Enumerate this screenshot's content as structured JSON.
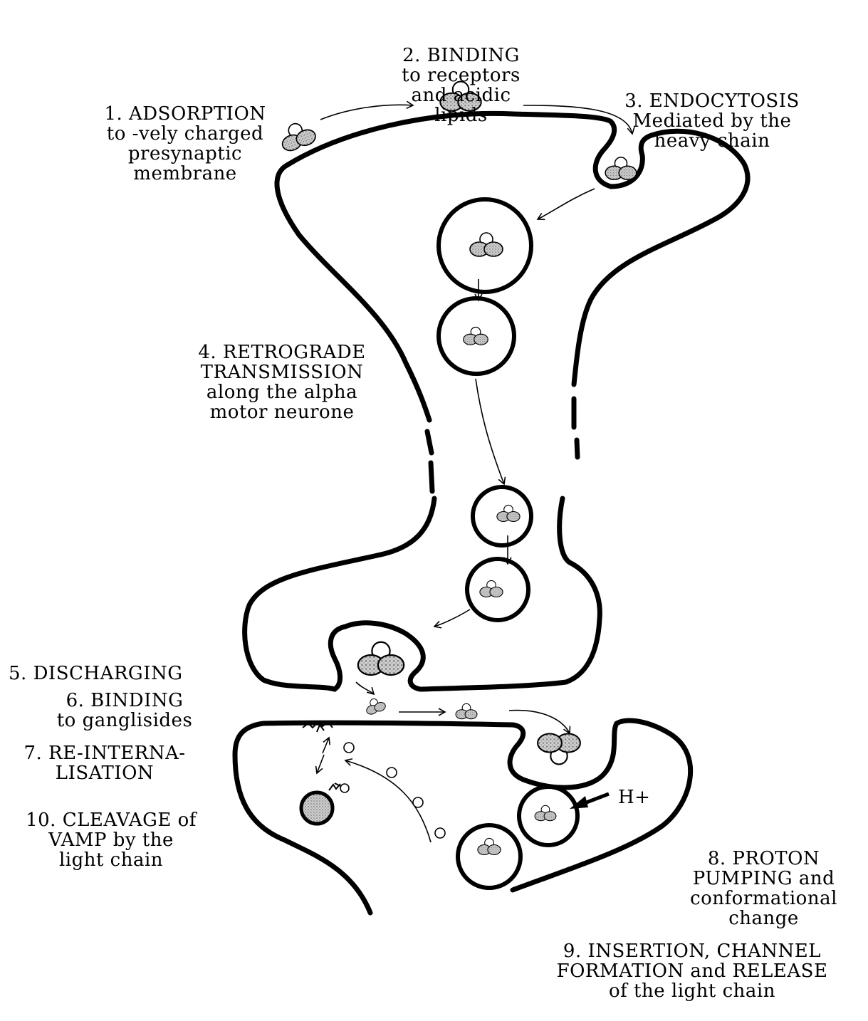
{
  "steps": {
    "s1": {
      "title": "1. ADSORPTION",
      "l2": "to -vely charged",
      "l3": "presynaptic",
      "l4": "membrane"
    },
    "s2": {
      "title": "2. BINDING",
      "l2": "to receptors",
      "l3": "and acidic",
      "l4": "lipids"
    },
    "s3": {
      "title": "3. ENDOCYTOSIS",
      "l2": "Mediated by the",
      "l3": "heavy chain"
    },
    "s4": {
      "title": "4. RETROGRADE",
      "l2": "TRANSMISSION",
      "l3": "along the alpha",
      "l4": "motor neurone"
    },
    "s5": {
      "title": "5. DISCHARGING"
    },
    "s6": {
      "title": "6. BINDING",
      "l2": "to ganglisides"
    },
    "s7": {
      "title": "7. RE-INTERNA-",
      "l2": "LISATION"
    },
    "s8": {
      "title": "8. PROTON",
      "l2": "PUMPING and",
      "l3": "conformational",
      "l4": "change"
    },
    "s9": {
      "title": "9. INSERTION, CHANNEL",
      "l2": "FORMATION and RELEASE",
      "l3": "of the light chain"
    },
    "s10": {
      "title": "10. CLEAVAGE of",
      "l2": "VAMP by the",
      "l3": "light chain"
    }
  },
  "proton_label": "H+"
}
